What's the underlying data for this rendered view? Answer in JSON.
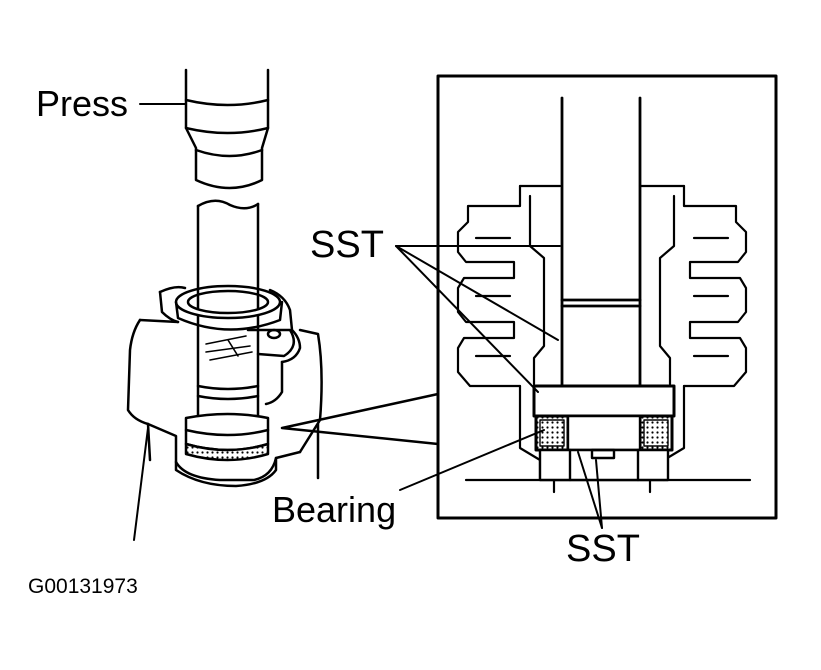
{
  "labels": {
    "press": "Press",
    "sst_top": "SST",
    "bearing": "Bearing",
    "sst_bottom": "SST",
    "figure_code": "G00131973"
  },
  "colors": {
    "ink": "#000000",
    "paper": "#ffffff"
  }
}
